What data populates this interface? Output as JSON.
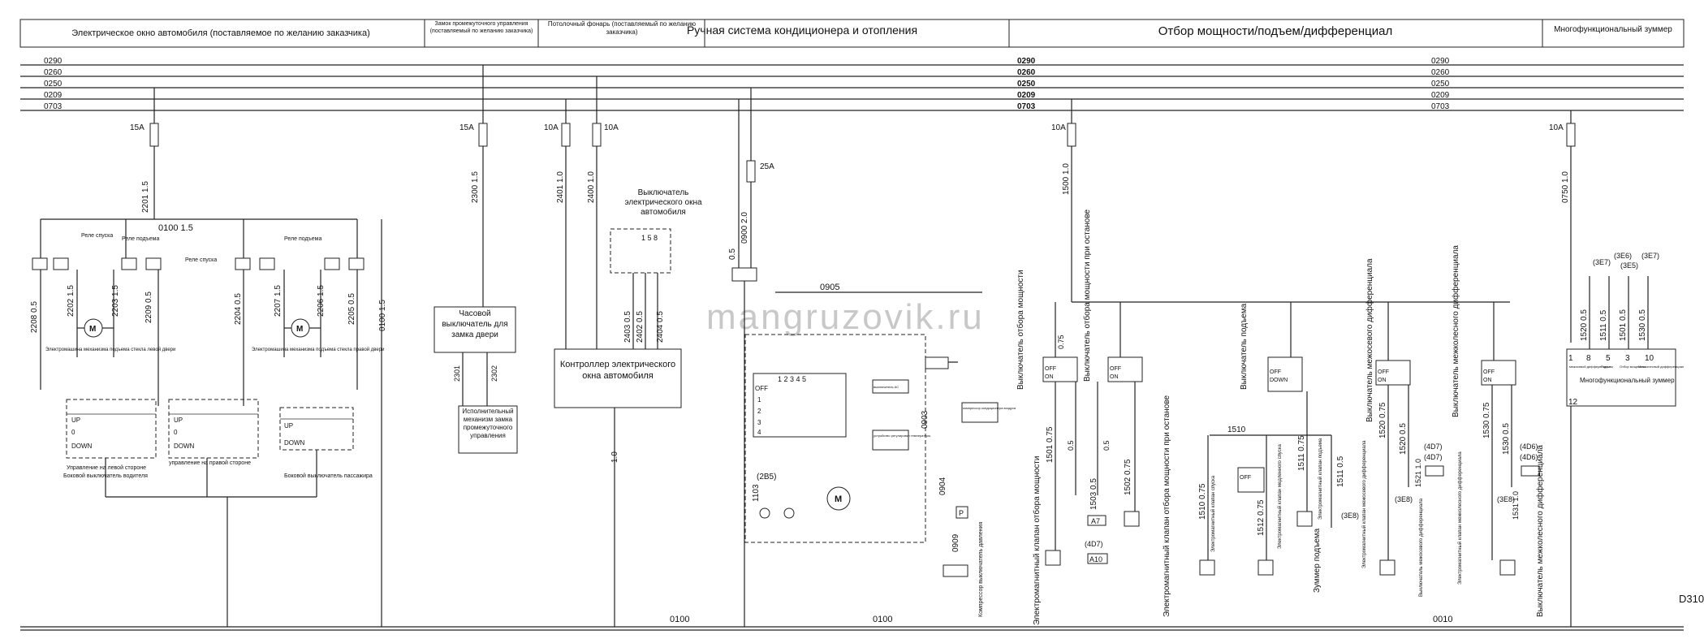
{
  "headers": [
    "Электрическое окно автомобиля (поставляемое по желанию заказчика)",
    "Замок промежуточного управления (поставляемый по желанию заказчика)",
    "Потолочный фонарь (поставляемый по желанию заказчика)",
    "Ручная система кондиционера и отопления",
    "Отбор мощности/подъем/дифференциал",
    "Многофункциональный зуммер"
  ],
  "buses": [
    "0290",
    "0260",
    "0250",
    "0209",
    "0703"
  ],
  "bottom_wire_labels": [
    "0100",
    "0100",
    "0010"
  ],
  "fuses": [
    "15A",
    "15A",
    "10A",
    "10A",
    "25A",
    "10A",
    "10A"
  ],
  "wires": {
    "w2201": "2201 1.5",
    "w0100_15a": "0100 1.5",
    "w2208": "2208 0.5",
    "w2202": "2202 1.5",
    "w2203": "2203 1.5",
    "w2209": "2209 0.5",
    "w2204": "2204 0.5",
    "w2207": "2207 1.5",
    "w2206": "2206 1.5",
    "w2205": "2205 0.5",
    "w0100_15b": "0100 1.5",
    "w2300": "2300 1.5",
    "w2301": "2301",
    "w2302": "2302",
    "w2401": "2401 1.0",
    "w2400": "2400 1.0",
    "w2403": "2403 0.5",
    "w2402": "2402 0.5",
    "w2404": "2404 0.5",
    "w10": "1.0",
    "w0900": "0900 2.0",
    "w05": "0.5",
    "w0905": "0905",
    "w1103": "1103",
    "w0903": "0903",
    "w0904": "0904",
    "w0909": "0909",
    "w1500": "1500 1.0",
    "w1501": "1501 0.75",
    "w1503": "1503 0.5",
    "w1502": "1502 0.75",
    "w075a": "0.75",
    "w075b": "0.75",
    "w05a": "0.5",
    "w05b": "0.5",
    "w1510": "1510",
    "w1510b": "1510 0.75",
    "w1512": "1512 0.75",
    "w1511a": "1511 0.75",
    "w1511b": "1511 0.5",
    "w1520": "1520 0.75",
    "w1520b": "1520 0.5",
    "w1521": "1521 1.0",
    "w1530": "1530 0.75",
    "w1530b": "1530 0.5",
    "w1531": "1531 1.0",
    "w0750": "0750 1.0",
    "w1520c": "1520 0.5",
    "w1511c": "1511 0.5",
    "w1501c": "1501 0.5",
    "w1530c": "1530 0.5",
    "w12": "12"
  },
  "components": {
    "relay_down_l": "Реле спуска",
    "relay_up_l": "Реле подъема",
    "relay_down_r": "Реле спуска",
    "relay_up_r": "Реле подъема",
    "motor_left": "Электромашина механизма подъема стекла левой двери",
    "motor_right": "Электромашина механизма подъема стекла правой двери",
    "switch_left_ctrl": "Управление на левой стороне",
    "switch_right_ctrl": "управление на правой стороне",
    "switch_driver": "Боковой выключатель водителя",
    "switch_passenger": "Боковой выключатель пассажира",
    "timer_switch": "Часовой выключатель для замка двери",
    "lock_actuator": "Исполнительный механизм замка промежуточного управления",
    "window_switch": "Выключатель электрического окна автомобиля",
    "window_controller": "Контроллер электрического окна автомобиля",
    "ac_small_1": "выключатель АС",
    "ac_small_2": "устройство регулировки температуры",
    "ac_small_3": "компрессор кондиционера воздуха",
    "pressure_switch": "Компрессор выключатель давления",
    "pto_switch": "Выключатель отбора мощности",
    "pto_stop_switch": "Выключатель отбора мощности при останове",
    "pto_valve": "Электромагнитный клапан отбора мощности",
    "pto_stop_valve": "Электромагнитный клапан отбора мощности при останове",
    "lift_switch": "Выключатель подъема",
    "lift_valve_down": "Электромагнитный клапан спуска",
    "lift_valve_slow": "Электромагнитный клапан медленного спуска",
    "lift_valve_up": "Электромагнитный клапан подъема",
    "lift_buzzer": "Зуммер подъема",
    "inter_diff_switch": "Выключатель межосевого дифференциала",
    "inter_diff_valve": "Электромагнитный клапан межосевого дифференциала",
    "inter_diff_switch2": "Выключатель межосевого дифференциала",
    "wheel_diff_switch": "Выключатель межколесного дифференциала",
    "wheel_diff_valve": "Электромагнитный клапан межколесного дифференциала",
    "wheel_diff_switch2": "Выключатель межколесного дифференциала",
    "multi_buzzer": "Многофункциональный зуммер"
  },
  "switch_positions": {
    "up": "UP",
    "zero": "0",
    "down": "DOWN",
    "off": "OFF",
    "on": "ON"
  },
  "connectors": [
    "A7",
    "(4D7)",
    "A10",
    "(3E8)",
    "(2B5)",
    "(3E7)",
    "(3E6)",
    "(3E5)",
    "(3E7)",
    "(4D7)",
    "(4D7)",
    "(4D6)",
    "(4D6)"
  ],
  "buzzer_pins": [
    "1",
    "8",
    "5",
    "3",
    "10"
  ],
  "buzzer_pin_labels": [
    "межосевой дифференциал",
    "Подъем",
    "Отбор мощности",
    "Межколесный дифференциал"
  ],
  "page_code": "D310",
  "watermark": "mangruzovik.ru",
  "colors": {
    "line": "#222222",
    "watermark": "#c8c8c8"
  }
}
